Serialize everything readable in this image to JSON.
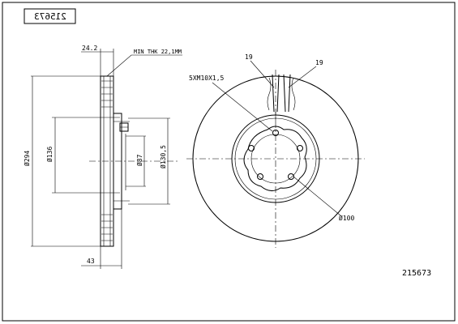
{
  "part_number": "215673",
  "part_number_mirrored": "215673",
  "labels": {
    "min_thk": "MIN THK 22,1MM",
    "width_24": "24.2",
    "height_43": "43",
    "dia_294": "Ø294",
    "dia_136": "Ø136",
    "dia_87": "Ø87",
    "dia_1305": "Ø130,5",
    "vent_left": "19",
    "vent_right": "19",
    "bolts": "5XM10X1,5",
    "pcd": "Ø100"
  }
}
